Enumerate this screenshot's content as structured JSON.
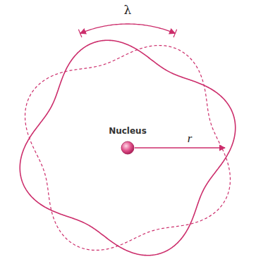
{
  "diagram": {
    "labels": [
      "λ",
      "Nucleus",
      "r"
    ]
  }
}
